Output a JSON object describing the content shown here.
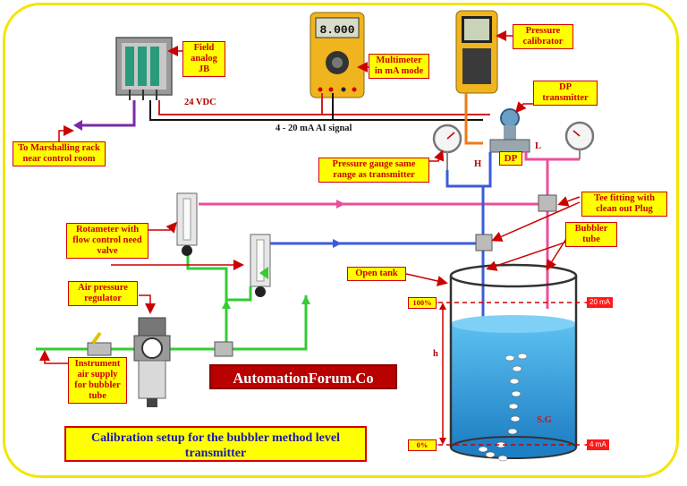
{
  "labels": {
    "field_jb": "Field analog JB",
    "multimeter": "Multimeter in mA mode",
    "pressure_calibrator": "Pressure calibrator",
    "dp_transmitter": "DP transmitter",
    "to_marshalling": "To Marshalling rack near control room",
    "pressure_gauge": "Pressure gauge same range as transmitter",
    "tee_fitting": "Tee fitting with clean out Plug",
    "rotameter": "Rotameter with flow control need valve",
    "bubbler_tube": "Bubbler tube",
    "open_tank": "Open tank",
    "air_regulator": "Air pressure regulator",
    "instrument_air": "Instrument air supply for bubbler tube"
  },
  "signals": {
    "vdc": "24 VDC",
    "ai_signal": "4 - 20 mA AI signal"
  },
  "transmitter": {
    "dp": "DP",
    "high": "H",
    "low": "L"
  },
  "multimeter_display": "8.000",
  "tank": {
    "pct_100": "100%",
    "pct_0": "0%",
    "ma_20": "20 mA",
    "ma_4": "4 mA",
    "height": "h",
    "sg": "S.G"
  },
  "brand": "AutomationForum.Co",
  "title": "Calibration setup for the bubbler method level transmitter",
  "colors": {
    "high_line": "#3b5bd9",
    "low_line": "#e8509e",
    "air_line": "#33cc33",
    "signal_line": "#cc2222",
    "marshalling_line": "#7a2aa8",
    "tank_water": "#3aa6e0",
    "label_bg": "#ffff00",
    "label_border": "#d40000"
  }
}
